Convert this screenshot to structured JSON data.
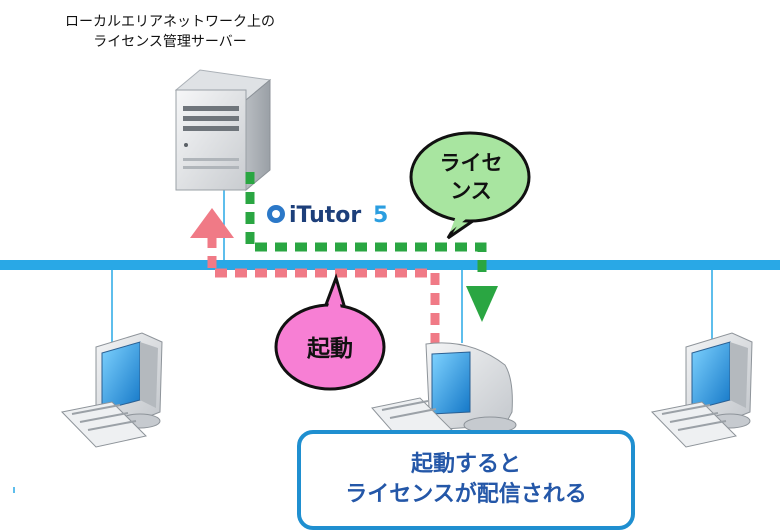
{
  "server_label": {
    "line1": "ローカルエリアネットワーク上の",
    "line2": "ライセンス管理サーバー"
  },
  "logo": {
    "brand": "iTutor",
    "version": "5"
  },
  "bubble_license": {
    "line1": "ライセ",
    "line2": "ンス"
  },
  "bubble_launch": {
    "text": "起動"
  },
  "callout": {
    "line1": "起動すると",
    "line2": "ライセンスが配信される"
  },
  "colors": {
    "network_line": "#29a8e6",
    "license_path": "#2aa642",
    "launch_path": "#f07a86",
    "bubble_license": "#a8e5a0",
    "bubble_launch": "#f77fd4",
    "callout_border": "#1f8fd0",
    "callout_text": "#2457a8"
  },
  "icons": [
    "server-icon",
    "computer-icon",
    "arrow-up-icon",
    "arrow-down-icon"
  ]
}
